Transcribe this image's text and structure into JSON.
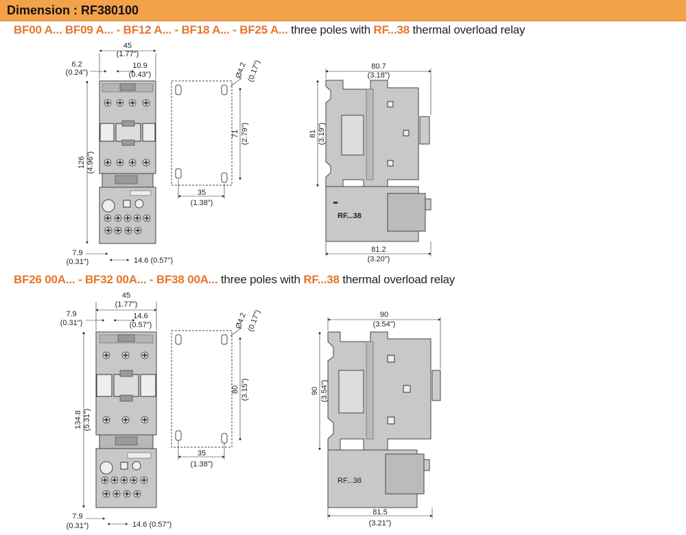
{
  "header": {
    "title": "Dimension : RF380100"
  },
  "section1": {
    "models": "BF00 A... BF09 A... - BF12 A... - BF18 A... - BF25 A...",
    "text1": "three poles with",
    "relay": "RF...38",
    "text2": "thermal overload relay",
    "front": {
      "w": "45",
      "w_in": "(1.77\")",
      "a": "6.2",
      "a_in": "(0.24\")",
      "b": "10.9",
      "b_in": "(0.43\")",
      "h": "126",
      "h_in": "(4.96\")",
      "c": "7.9",
      "c_in": "(0.31\")",
      "d": "14.6  (0.57\")"
    },
    "mount": {
      "hole": "Ø4.2",
      "hole_in": "(0.17\")",
      "v": "71",
      "v_in": "(2.79\")",
      "h": "35",
      "h_in": "(1.38\")"
    },
    "side": {
      "top": "80.7",
      "top_in": "(3.18\")",
      "h": "81",
      "h_in": "(3.19\")",
      "bot": "81.2",
      "bot_in": "(3.20\")",
      "label": "RF...38"
    }
  },
  "section2": {
    "models": "BF26 00A... - BF32 00A... - BF38 00A...",
    "text1": "three poles with",
    "relay": "RF...38",
    "text2": "thermal overload relay",
    "front": {
      "w": "45",
      "w_in": "(1.77\")",
      "a": "7.9",
      "a_in": "(0.31\")",
      "b": "14.6",
      "b_in": "(0.57\")",
      "h": "134.8",
      "h_in": "(5.31\")",
      "c": "7.9",
      "c_in": "(0.31\")",
      "d": "14.6  (0.57\")"
    },
    "mount": {
      "hole": "Ø4.2",
      "hole_in": "(0.17\")",
      "v": "80",
      "v_in": "(3.15\")",
      "h": "35",
      "h_in": "(1.38\")"
    },
    "side": {
      "top": "90",
      "top_in": "(3.54\")",
      "h": "90",
      "h_in": "(3.54\")",
      "bot": "81.5",
      "bot_in": "(3.21\")",
      "label": "RF...38"
    }
  },
  "colors": {
    "header_bg": "#f4a24a",
    "accent": "#e8742a",
    "body_gray": "#c8c8c8"
  }
}
